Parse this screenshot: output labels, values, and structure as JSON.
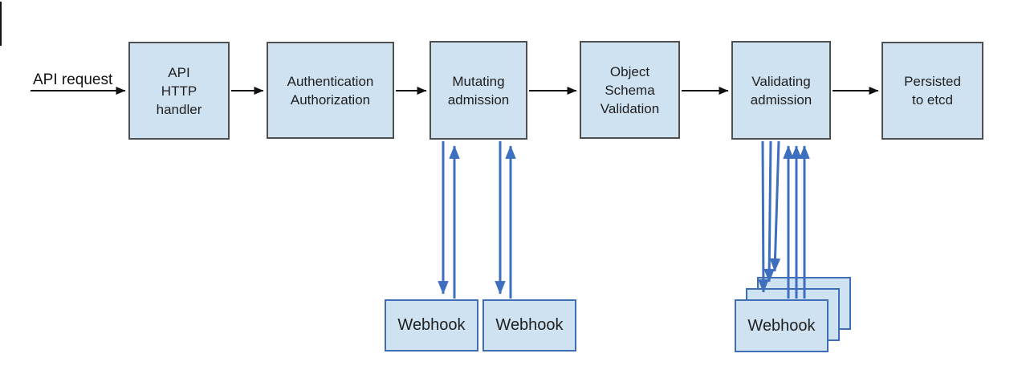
{
  "pipeline": {
    "request_label": "API request",
    "nodes": [
      {
        "id": "api-http-handler",
        "lines": [
          "API",
          "HTTP",
          "handler"
        ]
      },
      {
        "id": "authn-authz",
        "lines": [
          "Authentication",
          "Authorization"
        ]
      },
      {
        "id": "mutating-admission",
        "lines": [
          "Mutating",
          "admission"
        ]
      },
      {
        "id": "object-schema-validation",
        "lines": [
          "Object",
          "Schema",
          "Validation"
        ]
      },
      {
        "id": "validating-admission",
        "lines": [
          "Validating",
          "admission"
        ]
      },
      {
        "id": "persisted-to-etcd",
        "lines": [
          "Persisted",
          "to etcd"
        ]
      }
    ],
    "mutating_webhooks": [
      {
        "label": "Webhook"
      },
      {
        "label": "Webhook"
      }
    ],
    "validating_webhook_stack": {
      "visible_label": "Webhook",
      "stacked_count": 3
    }
  },
  "colors": {
    "node_fill": "#cfe2f1",
    "node_border": "#4f4f4f",
    "webhook_border": "#3f6eb5",
    "arrow_blue": "#3e6fbf",
    "arrow_black": "#111111"
  }
}
